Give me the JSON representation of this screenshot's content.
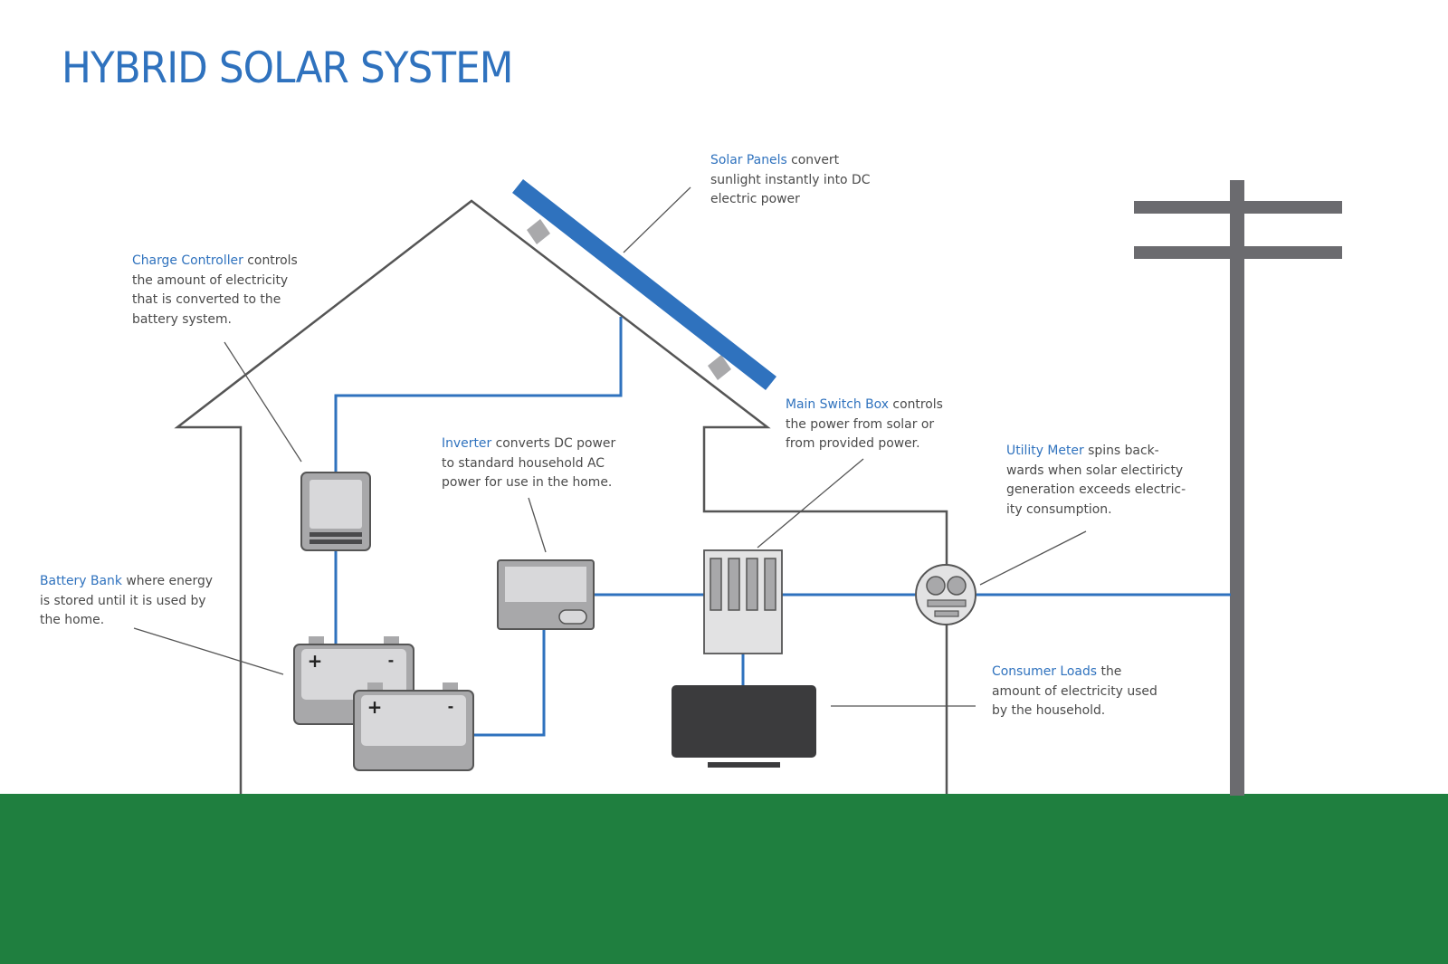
{
  "title": "HYBRID SOLAR SYSTEM",
  "colors": {
    "accent_blue": "#2f72be",
    "wire_blue": "#2f72be",
    "outline_gray": "#555555",
    "device_gray": "#a8a8aa",
    "device_light": "#d8d8da",
    "pole_gray": "#6b6b6f",
    "tv_dark": "#3b3b3d",
    "ground_green": "#1f7f3f",
    "text_gray": "#4a4a4a"
  },
  "callouts": {
    "solar_panels": {
      "term": "Solar Panels",
      "lines": [
        " convert",
        "sunlight instantly into DC",
        "electric power"
      ]
    },
    "charge_controller": {
      "term": "Charge Controller",
      "lines": [
        " controls",
        "the amount of electricity",
        "that is converted to the",
        "battery system."
      ]
    },
    "main_switch_box": {
      "term": "Main Switch Box",
      "lines": [
        " controls",
        "the power from solar or",
        "from provided power."
      ]
    },
    "inverter": {
      "term": "Inverter",
      "lines": [
        " converts DC power",
        "to standard household AC",
        "power for use in the home."
      ]
    },
    "utility_meter": {
      "term": "Utility Meter",
      "lines": [
        " spins back-",
        "wards when solar electiricty",
        "generation exceeds electric-",
        "ity consumption."
      ]
    },
    "battery_bank": {
      "term": "Battery Bank",
      "lines": [
        " where energy",
        "is stored until it is used by",
        "the home."
      ]
    },
    "consumer_loads": {
      "term": "Consumer Loads",
      "lines": [
        " the",
        "amount of electricity used",
        "by the household."
      ]
    }
  },
  "battery_symbols": {
    "positive": "+",
    "negative": "-"
  }
}
